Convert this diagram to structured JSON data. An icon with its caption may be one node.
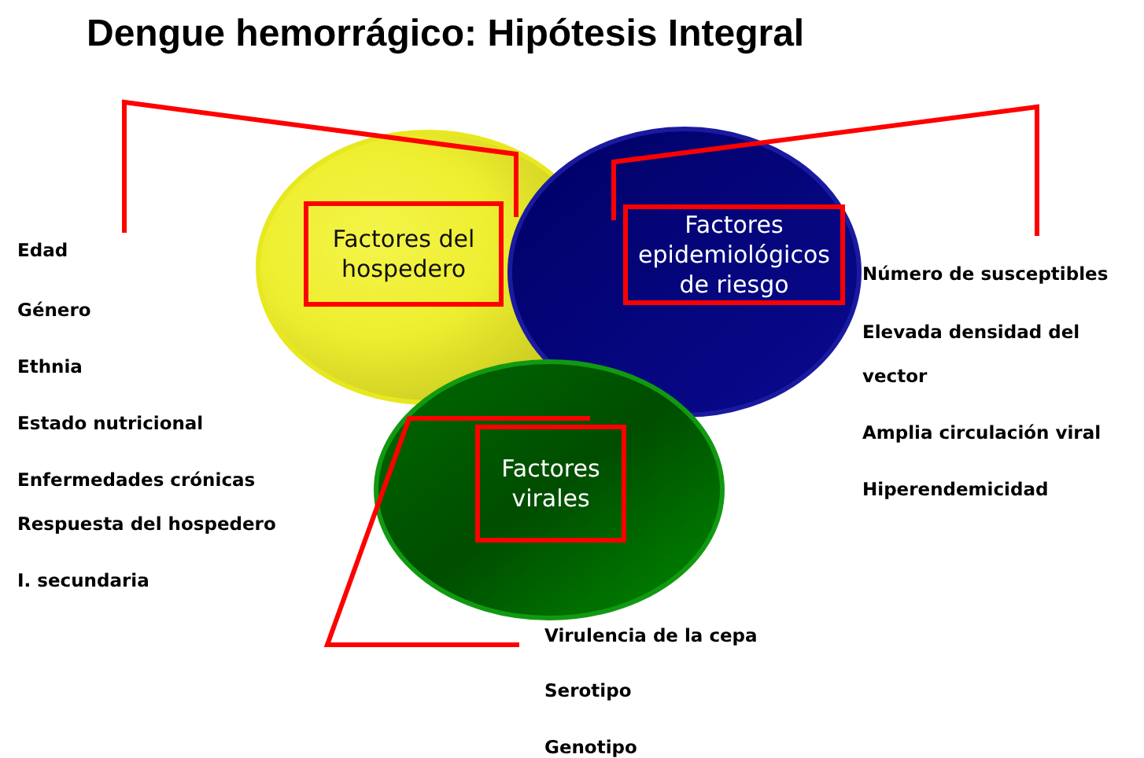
{
  "diagram": {
    "title": "Dengue hemorrágico: Hipótesis Integral",
    "nodes": [
      {
        "text": [
          "Factores del hospedero"
        ]
      },
      {
        "text": [
          "Factores epidemiológicos de riesgo"
        ]
      },
      {
        "text": [
          "Factores virales"
        ]
      }
    ],
    "labels": [
      "Edad",
      "Género",
      "Ethnia",
      "Estado nutricional",
      "Enfermedades crónicas",
      "Respuesta del hospedero",
      "I. secundaria",
      "Número de susceptibles",
      "Elevada densidad del vector",
      "Amplia circulación viral",
      "Hiperendemicidad",
      "Virulencia de la cepa",
      "Serotipo",
      "Genotipo"
    ]
  }
}
